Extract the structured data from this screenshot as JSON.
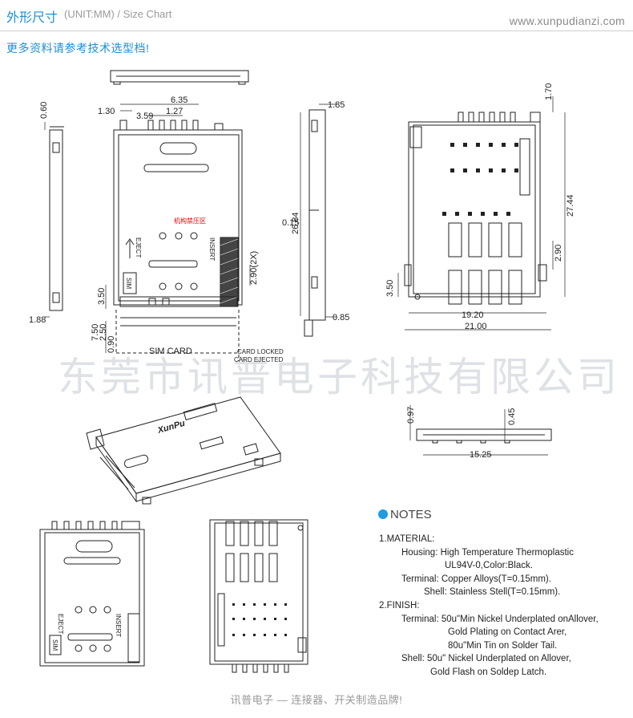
{
  "header": {
    "title_cn": "外形尺寸",
    "title_en": "(UNIT:MM) / Size Chart",
    "website": "www.xunpudianzi.com",
    "subtitle": "更多资料请参考技术选型档!"
  },
  "drawing": {
    "dims_front": [
      "6.35",
      "1.30",
      "1.27",
      "3.59",
      "0.60",
      "1.88",
      "3.50",
      "7.50",
      "2.50",
      "0.90",
      "2.90(2X)"
    ],
    "dims_side": [
      "1.85",
      "26.84",
      "0.15",
      "0.85"
    ],
    "dims_right": [
      "1.70",
      "27.44",
      "2.90",
      "3.50",
      "19.20",
      "21.00"
    ],
    "dims_bottom": [
      "0.97",
      "0.45",
      "15.25"
    ],
    "labels": {
      "sim_card": "SIM CARD",
      "card_locked": "CARD LOCKED",
      "card_ejected": "CARD EJECTED",
      "eject": "EJECT",
      "insert": "INSERT",
      "sim": "SIM",
      "forbidden_zone": "机构禁压区",
      "brand": "XunPu"
    },
    "colors": {
      "line": "#222222",
      "accent": "#1f8fd8",
      "red": "#e00000"
    }
  },
  "watermark": "东莞市讯普电子科技有限公司",
  "notes": {
    "heading": "NOTES",
    "lines": [
      "1.MATERIAL:",
      "Housing:  High Temperature Thermoplastic",
      "UL94V-0,Color:Black.",
      "Terminal:  Copper Alloys(T=0.15mm).",
      "Shell:  Stainless Stell(T=0.15mm).",
      "2.FINISH:",
      "Terminal:  50u\"Min Nickel Underplated onAllover,",
      "Gold Plating on Contact Arer,",
      "80u\"Min Tin on Solder Tail.",
      "Shell:  50u\" Nickel Underplated on Allover,",
      "Gold Flash on Soldep Latch."
    ]
  },
  "footer": "讯普电子 — 连接器、开关制造品牌!"
}
